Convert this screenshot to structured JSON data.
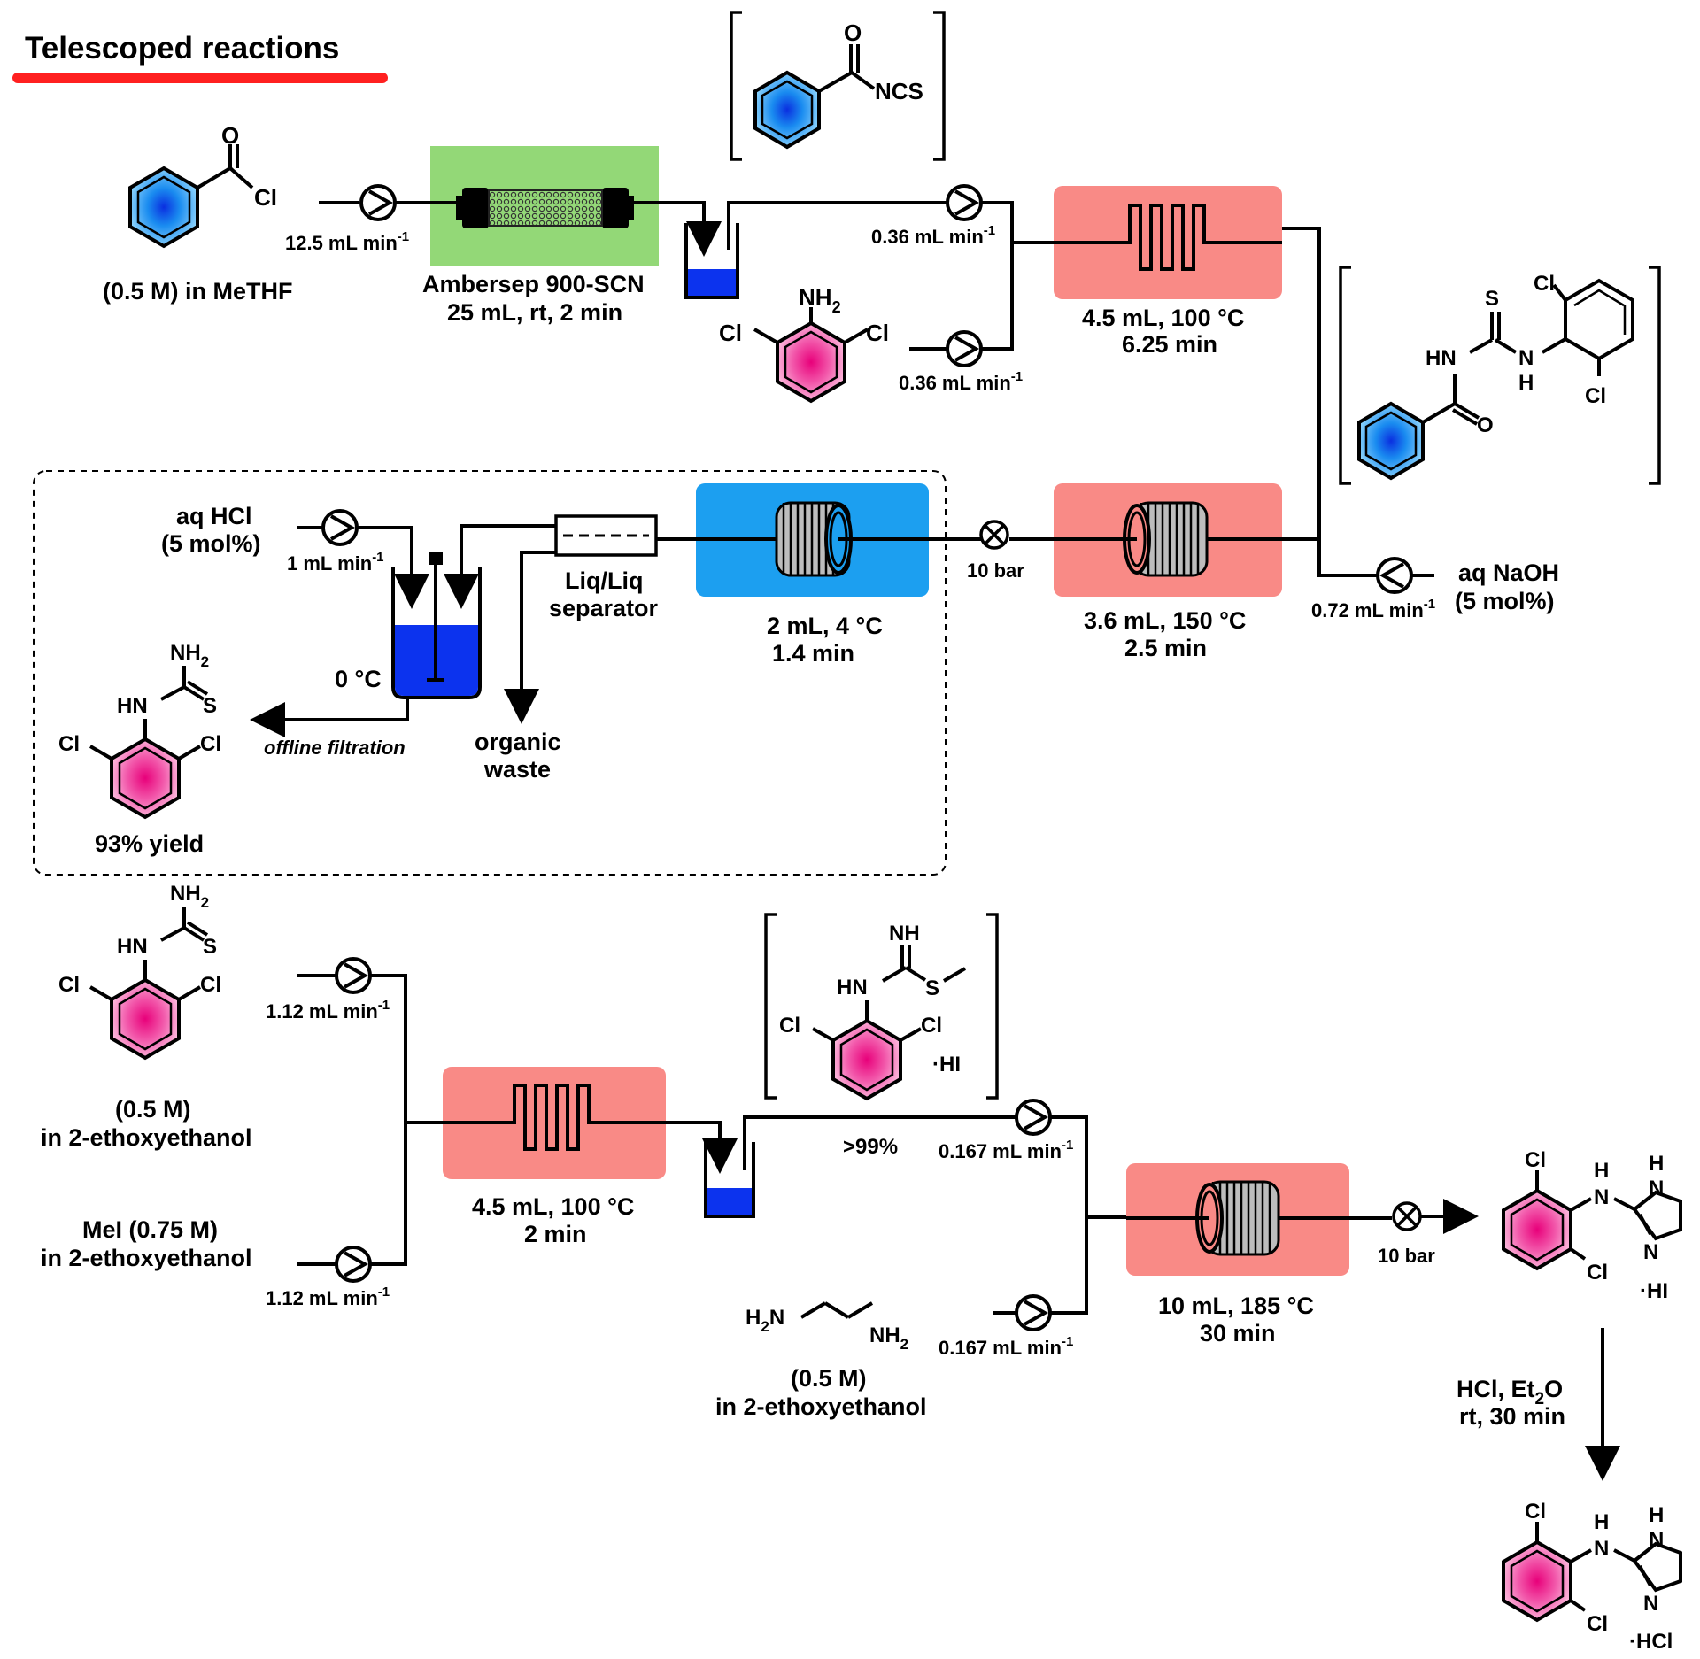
{
  "title": "Telescoped reactions",
  "colors": {
    "accent_underline": "#ff2020",
    "heater": "#f98a86",
    "cooler": "#1c9ff0",
    "resin": "#93d877",
    "liquid": "#0c33ee",
    "benzene_blue": "#1aa5ef",
    "benzene_pink": "#ee2f9d"
  },
  "icons": [
    "pump-icon",
    "back-pressure-regulator-icon",
    "coil-reactor-icon",
    "serpentine-reactor-icon",
    "packed-column-icon",
    "collection-vessel-icon",
    "benzene-ring-icon"
  ],
  "stage1": {
    "feed_label": "(0.5 M) in MeTHF",
    "feed_flow": "12.5 mL min",
    "column_name": "Ambersep 900-SCN",
    "column_cond": "25 mL, rt, 2 min",
    "flow_a": "0.36 mL min",
    "flow_b": "0.36 mL min",
    "reactor_cond1": "4.5 mL, 100 °C",
    "reactor_cond2": "6.25 min"
  },
  "stage2": {
    "naoh1": "aq NaOH",
    "naoh2": "(5 mol%)",
    "naoh_flow": "0.72 mL min",
    "reactor_cond1": "3.6 mL, 150 °C",
    "reactor_cond2": "2.5 min",
    "bpr": "10 bar",
    "cooler_cond1": "2 mL, 4 °C",
    "cooler_cond2": "1.4 min",
    "sep1": "Liq/Liq",
    "sep2": "separator",
    "waste1": "organic",
    "waste2": "waste",
    "hcl1": "aq HCl",
    "hcl2": "(5 mol%)",
    "hcl_flow": "1 mL min",
    "temp": "0 °C",
    "filtration": "offline filtration",
    "yield": "93% yield"
  },
  "stage3": {
    "feed1_a": "(0.5 M)",
    "feed1_b": "in 2-ethoxyethanol",
    "feed2_a": "MeI (0.75 M)",
    "feed2_b": "in 2-ethoxyethanol",
    "flow1": "1.12 mL min",
    "flow2": "1.12 mL min",
    "reactor_cond1": "4.5 mL, 100 °C",
    "reactor_cond2": "2 min",
    "conv": ">99%",
    "flow3": "0.167 mL min",
    "flow4": "0.167 mL min",
    "amine_a": "(0.5 M)",
    "amine_b": "in 2-ethoxyethanol",
    "reactor2_cond1": "10 mL, 185 °C",
    "reactor2_cond2": "30 min",
    "bpr": "10 bar",
    "salt_step1": "HCl, Et",
    "salt_step1_sub": "2",
    "salt_step1_end": "O",
    "salt_step2": "rt, 30 min"
  },
  "atoms": {
    "O": "O",
    "Cl": "Cl",
    "NCS": "NCS",
    "NH": "NH",
    "NH2": "NH",
    "sub2": "2",
    "S": "S",
    "HN": "HN",
    "H": "H",
    "N": "N",
    "H2N": "H",
    "sup": "-1",
    "HI": "·HI",
    "HCl": "·HCl"
  }
}
